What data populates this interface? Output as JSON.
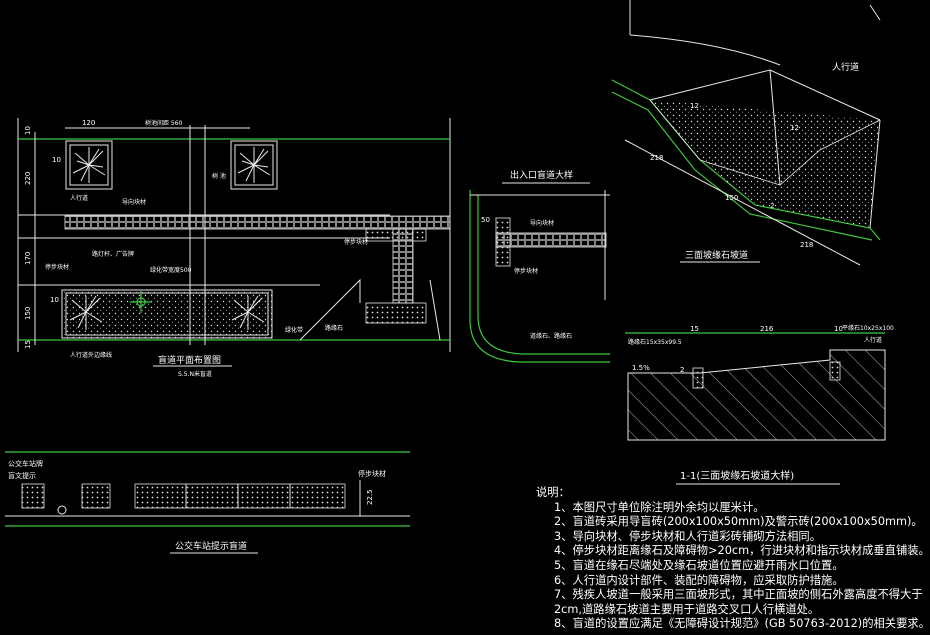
{
  "plan": {
    "title": "盲道平面布置图",
    "scale": "S.5.N米盲道",
    "dims_top": [
      "120",
      "树池间距 560"
    ],
    "dims_left": [
      "10",
      "220",
      "170",
      "150",
      "15"
    ],
    "labels": {
      "tree_pit": "10",
      "tree_pit2": "10",
      "sidewalk": "人行道",
      "tree": "树 池",
      "guide_brick": "导向块材",
      "stop_brick": "停步块材",
      "light_pole": "路灯杆、广告牌",
      "green_belt": "绿化带宽度500",
      "stop_brick2": "停步块材",
      "green": "绿化带",
      "curb": "路缘石",
      "sidewalk_edge": "人行道外边缘线"
    }
  },
  "entrance": {
    "title": "出入口盲道大样",
    "dim": "50",
    "labels": {
      "guide": "导向块材",
      "stop": "停步块材",
      "curb": "道缘石、路缘石"
    }
  },
  "ramp": {
    "title": "三面坡缘石坡道",
    "label_sidewalk": "人行道",
    "dims": [
      "218",
      "150",
      "218",
      "12",
      "12",
      "2"
    ]
  },
  "section": {
    "title": "1-1(三面坡缘石坡道大样)",
    "dims": [
      "15",
      "216",
      "10"
    ],
    "slope": "1.5%",
    "slope2": "2",
    "label_left": "路缘石15x35x99.5",
    "label_right": "平缘石10x25x100",
    "label_walk": "人行道"
  },
  "bus": {
    "title": "公交车站提示盲道",
    "label_stop": "公交车站牌",
    "label_hint": "盲文提示",
    "label_brick": "停步块材",
    "dim": "22.5"
  },
  "notes": [
    "说明：",
    "1、本图尺寸单位除注明外余均以厘米计。",
    "2、盲道砖采用导盲砖(200x100x50mm)及警示砖(200x100x50mm)。",
    "3、导向块材、停步块材和人行道彩砖铺砌方法相同。",
    "4、停步块材距离缘石及障碍物>20cm，行进块材和指示块材成垂直铺装。",
    "5、盲道在缘石尽端处及缘石坡道位置应避开雨水口位置。",
    "6、人行道内设计部件、装配的障碍物，应采取防护措施。",
    "7、残疾人坡道一般采用三面坡形式，其中正面坡的侧石外露高度不得大于",
    "   2cm,道路缘石坡道主要用于道路交叉口人行横道处。",
    "8、盲道的设置应满足《无障碍设计规范》(GB 50763-2012)的相关要求。"
  ]
}
